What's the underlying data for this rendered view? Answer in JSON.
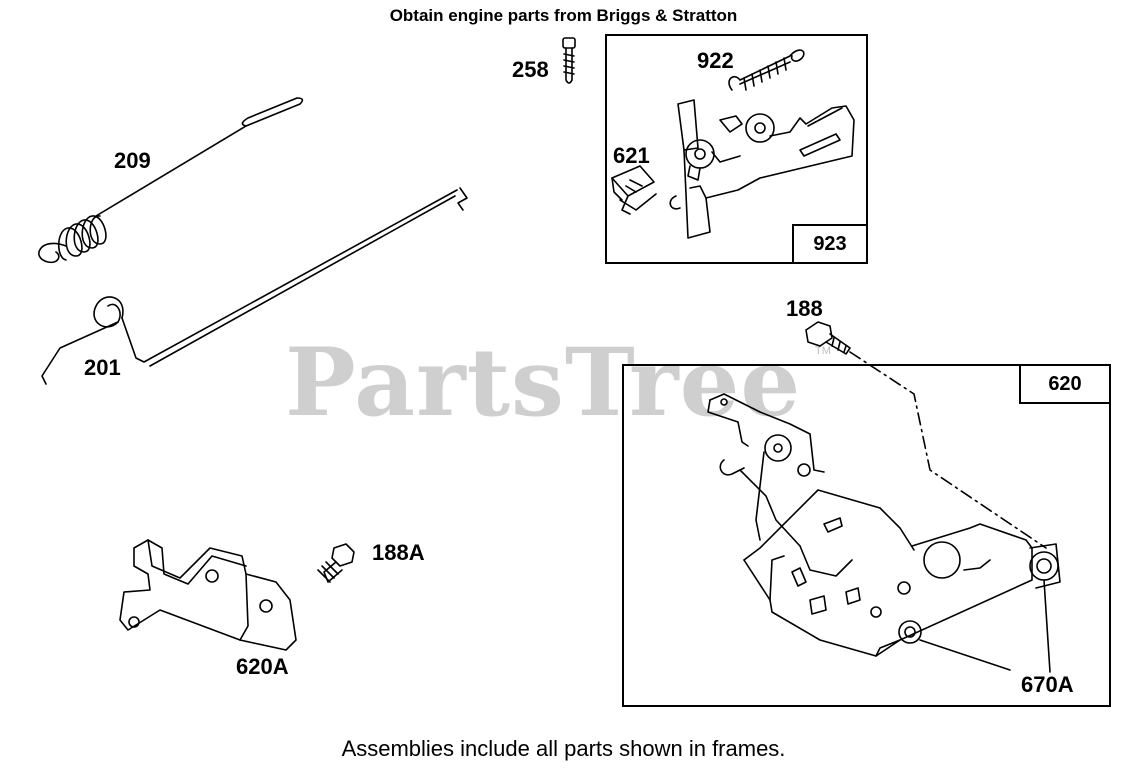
{
  "header": {
    "note": "Obtain engine parts from Briggs & Stratton"
  },
  "footer": {
    "note": "Assemblies include all parts shown in frames."
  },
  "watermark": {
    "text": "PartsTree",
    "tm": "TM",
    "color": "#cfcfcf"
  },
  "callouts": {
    "p209": "209",
    "p201": "201",
    "p258": "258",
    "p922": "922",
    "p621": "621",
    "p923": "923",
    "p188": "188",
    "p620": "620",
    "p188a": "188A",
    "p620a": "620A",
    "p670a": "670A"
  }
}
